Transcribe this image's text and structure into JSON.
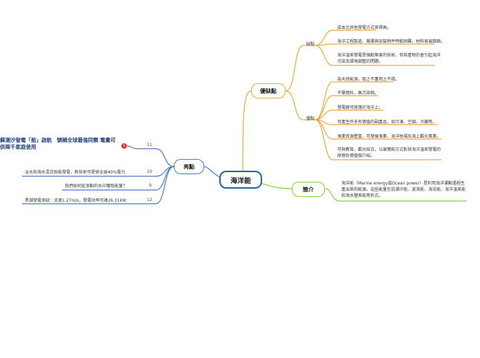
{
  "center": {
    "label": "海洋能"
  },
  "branches": {
    "pros_cons": {
      "label": "優缺點",
      "cons": {
        "label": "缺點",
        "items": [
          "成本比其他發電方式來得高。",
          "海洋工程製造、搬運與安裝物件時較困難，材料易被腐蝕。",
          "海洋溫差發電是個較無害的技術，但其產物仍會引起海洋污染及環境調整的問題。"
        ]
      },
      "pros": {
        "label": "優點",
        "items": [
          "為天然能源，取之不盡用之不竭。",
          "不需燃料，無污染物。",
          "發電廠可座落於海洋上。",
          "可產生許多有價值的副產品，如冷凍、空調、冷藏等。",
          "漁業資源豐富，可發展漁業、海洋牧場及海上觀光事業。",
          "可與教育、觀光結合，以展覽館方式對其海洋溫差發電的原理及價值做介紹。"
        ]
      }
    },
    "intro": {
      "label": "簡介",
      "text": "海洋能（Marine energy或Ocean power）是利用海洋運動過程生產出來的能源，這些能量包括潮汐能、波浪能、海流能、海洋溫差能和海水鹽差能等形式。"
    },
    "highlights": {
      "label": "亮點",
      "items": [
        {
          "text": "蘇潮汐發電「船」啟航　號稱全球最強同類 電量可供兩千家庭使用",
          "count": "11",
          "badge": "1"
        },
        {
          "text": "淡水和海水混合就能發電，新技術可提供全球40%電力",
          "count": "10"
        },
        {
          "text": "我們如何從浪動的水中獲取能量？",
          "count": "9"
        },
        {
          "text": "黑潮發電測試：流速1.27m/s，發電功率可達26.31kW",
          "count": "12"
        }
      ]
    }
  },
  "colors": {
    "center_border": "#1e5fa8",
    "pros_cons": "#f0a830",
    "intro": "#7ed330",
    "highlights": "#4a78c0",
    "badge": "#e53935"
  }
}
